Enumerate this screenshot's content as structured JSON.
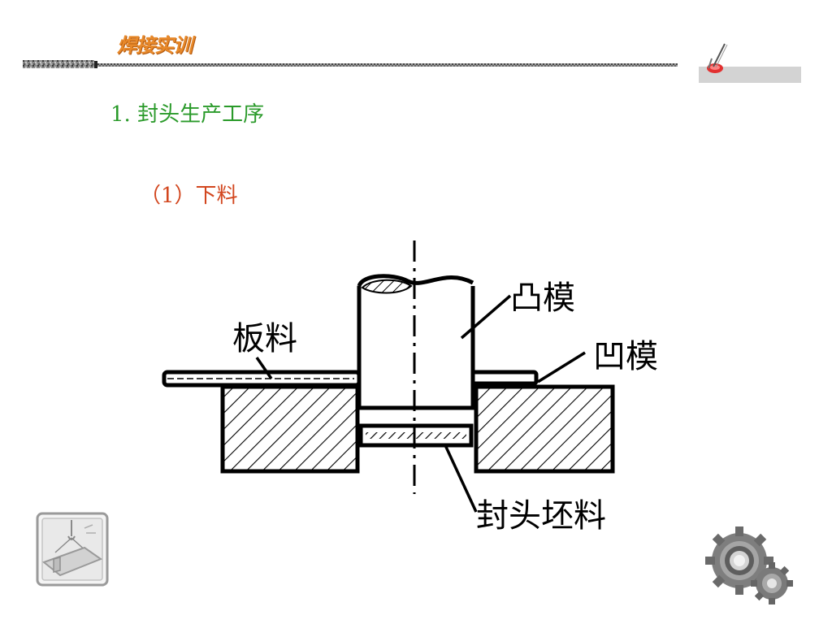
{
  "header": {
    "title": "焊接实训"
  },
  "section": {
    "heading": "1.  封头生产工序"
  },
  "step": {
    "heading": "（1）下料"
  },
  "diagram": {
    "labels": {
      "sheet": "板料",
      "punch": "凸模",
      "die": "凹模",
      "blank": "封头坯料"
    }
  },
  "colors": {
    "header_title": "#e8892a",
    "section_heading": "#2a9a2a",
    "step_heading": "#d2461e"
  },
  "icons": {
    "corner": "welding-torch-icon",
    "bottom_left": "crane-beam-icon",
    "bottom_right": "gears-icon"
  }
}
